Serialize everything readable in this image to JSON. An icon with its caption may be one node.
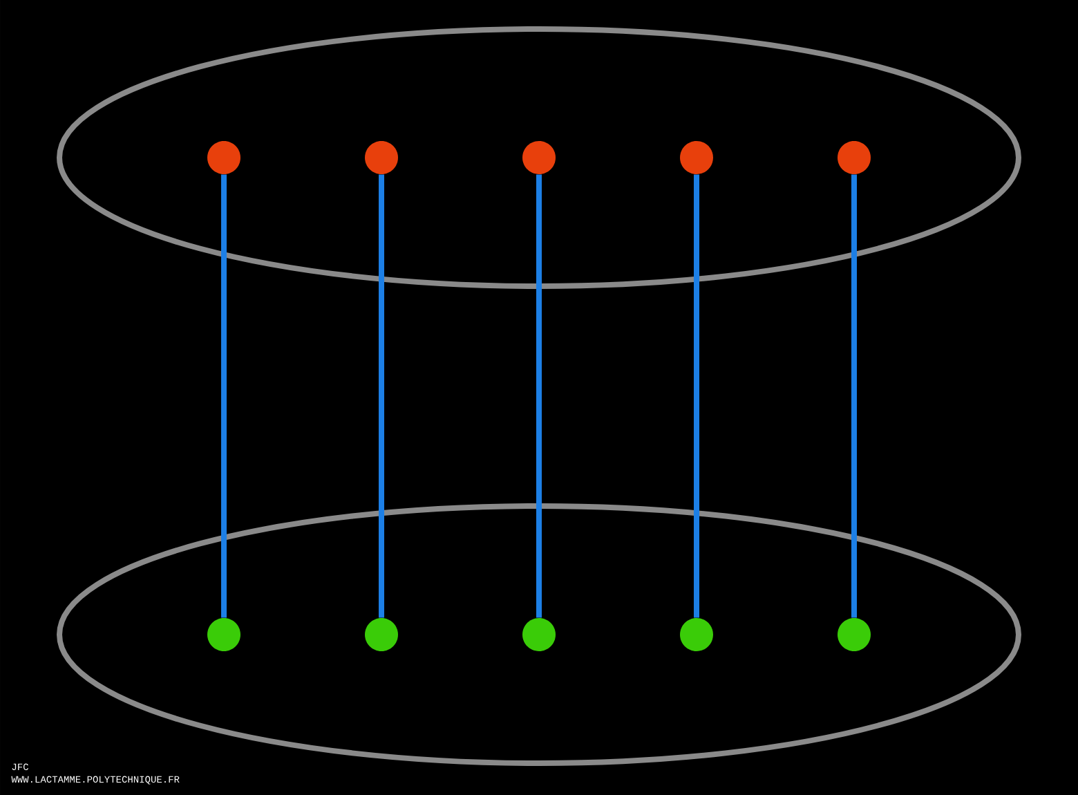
{
  "diagram": {
    "nodes": [
      {
        "text": [],
        "shape": "ellipse"
      },
      {
        "text": [],
        "shape": "circle",
        "in": 0
      },
      {
        "text": [],
        "shape": "circle",
        "in": 0
      },
      {
        "text": [],
        "shape": "circle",
        "in": 0
      },
      {
        "text": [],
        "shape": "circle",
        "in": 0
      },
      {
        "text": [],
        "shape": "circle",
        "in": 0
      },
      {
        "text": [],
        "shape": "ellipse"
      },
      {
        "text": [],
        "shape": "circle",
        "in": 6
      },
      {
        "text": [],
        "shape": "circle",
        "in": 6
      },
      {
        "text": [],
        "shape": "circle",
        "in": 6
      },
      {
        "text": [],
        "shape": "circle",
        "in": 6
      },
      {
        "text": [],
        "shape": "circle",
        "in": 6
      }
    ],
    "edges": [
      {
        "from": 1,
        "to": 7,
        "arrow": "none"
      },
      {
        "from": 2,
        "to": 8,
        "arrow": "none"
      },
      {
        "from": 3,
        "to": 9,
        "arrow": "none"
      },
      {
        "from": 4,
        "to": 10,
        "arrow": "none"
      },
      {
        "from": 5,
        "to": 11,
        "arrow": "none"
      }
    ],
    "labels": [
      "JFC",
      "WWW.LACTAMME.POLYTECHNIQUE.FR"
    ]
  }
}
